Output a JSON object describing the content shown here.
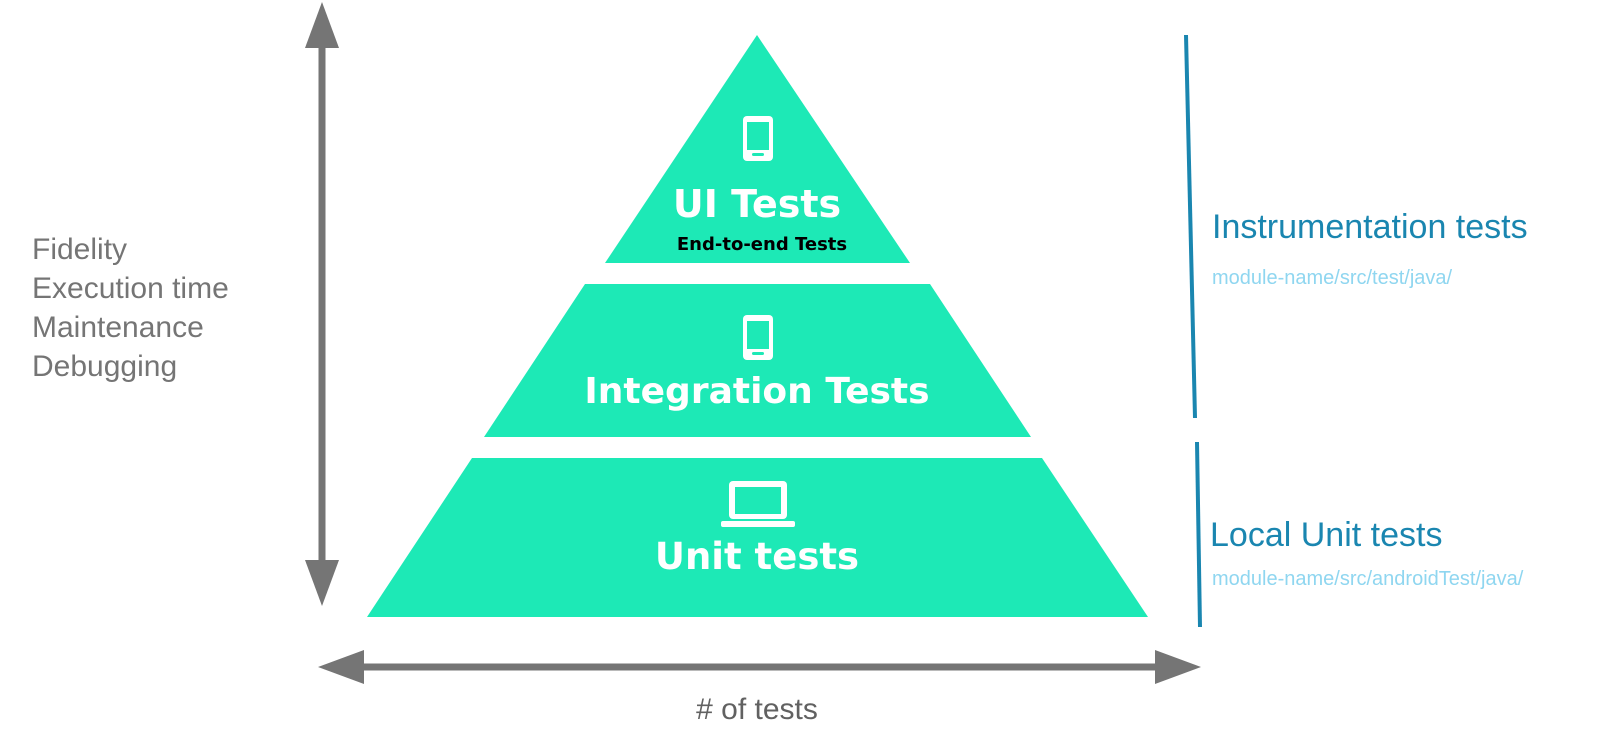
{
  "colors": {
    "tier_fill": "#1de9b6",
    "arrow": "#757575",
    "group_line": "#1a86b0",
    "group_title": "#1a86b0",
    "group_path": "#8fd6f0"
  },
  "vertical_axis": {
    "labels": [
      "Fidelity",
      "Execution time",
      "Maintenance",
      "Debugging"
    ]
  },
  "horizontal_axis": {
    "label": "# of tests"
  },
  "tiers": [
    {
      "id": "ui",
      "icon": "phone-icon",
      "title": "UI Tests",
      "subtitle": "End-to-end Tests"
    },
    {
      "id": "integration",
      "icon": "phone-icon",
      "title": "Integration Tests"
    },
    {
      "id": "unit",
      "icon": "laptop-icon",
      "title": "Unit tests"
    }
  ],
  "groups": [
    {
      "id": "instrumentation",
      "title": "Instrumentation tests",
      "path": "module-name/src/test/java/"
    },
    {
      "id": "local-unit",
      "title": "Local Unit tests",
      "path": "module-name/src/androidTest/java/"
    }
  ]
}
